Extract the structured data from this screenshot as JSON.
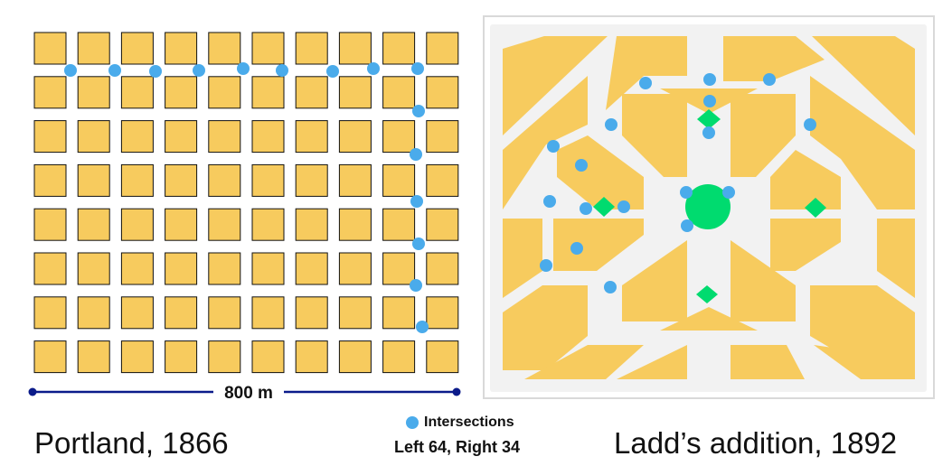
{
  "left_panel": {
    "title": "Portland, 1866",
    "grid_cols": 10,
    "grid_rows": 8
  },
  "right_panel": {
    "title": "Ladd’s addition, 1892"
  },
  "scale_bar": {
    "label": "800 m"
  },
  "legend": {
    "label": "Intersections",
    "counts_text": "Left 64, Right 34"
  },
  "colors": {
    "block": "#F7CB5E",
    "intersection": "#4AABEB",
    "park": "#00DB6F",
    "street": "#F2F2F2",
    "scale_line": "#0B1B8A"
  }
}
